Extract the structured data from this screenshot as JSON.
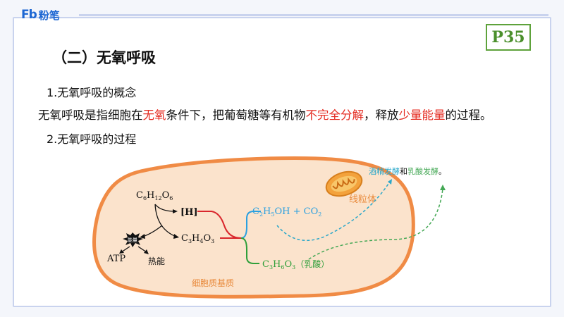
{
  "brand": {
    "logo_mark": "Fb",
    "name": "粉笔"
  },
  "page_badge": "P35",
  "section_title": "（二）无氧呼吸",
  "heading1": "1.无氧呼吸的概念",
  "definition": {
    "p1": "无氧呼吸是指细胞在",
    "r1": "无氧",
    "p2": "条件下，把葡萄糖等有机物",
    "r2": "不完全分解",
    "p3": "，释放",
    "r3": "少量能量",
    "p4": "的过程。"
  },
  "heading2": "2.无氧呼吸的过程",
  "diagram": {
    "glucose": {
      "c": "C",
      "cs": "6",
      "h": "H",
      "hs": "12",
      "o": "O",
      "os": "6"
    },
    "h_label": "[H]",
    "pyruvate": {
      "c": "C",
      "cs": "3",
      "h": "H",
      "hs": "4",
      "o": "O",
      "os": "3"
    },
    "energy_label": "能量",
    "atp": "ATP",
    "heat": "热能",
    "ethanol": {
      "c": "C",
      "cs": "2",
      "h": "H",
      "hs": "5",
      "rest": "OH + CO",
      "rs": "2"
    },
    "lactic": {
      "c": "C",
      "cs": "3",
      "h": "H",
      "hs": "6",
      "o": "O",
      "os": "3",
      "name": "（乳酸）"
    },
    "mito_label": "线粒体",
    "cytoplasm_label": "细胞质基质",
    "note": {
      "a": "酒精发酵",
      "and": "和",
      "b": "乳酸发酵",
      "end": "。"
    },
    "colors": {
      "cell_fill": "#fbe3cc",
      "cell_stroke": "#f08b45",
      "blue": "#2aa0e0",
      "green": "#2f9f3a",
      "red": "#d9262c",
      "dashed_teal": "#2aa7c9",
      "dashed_green": "#44a855",
      "label_orange": "#e8893a"
    }
  }
}
